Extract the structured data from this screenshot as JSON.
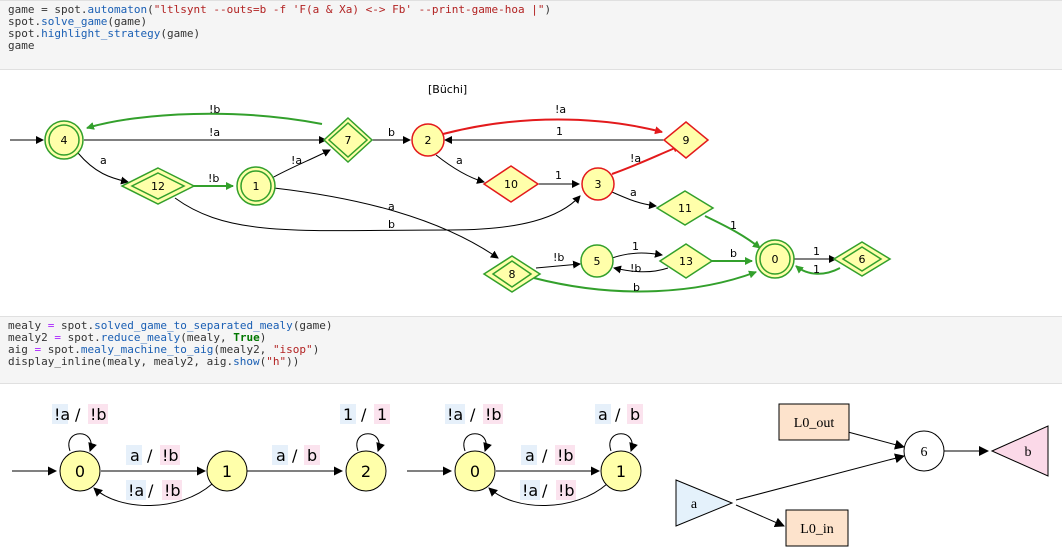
{
  "cell1": {
    "line1": {
      "a": "game = spot.",
      "fn": "automaton",
      "b": "(",
      "str": "\"ltlsynt --outs=b -f 'F(a & Xa) <-> Fb' --print-game-hoa |\"",
      "c": ")"
    },
    "line2": {
      "a": "spot.",
      "fn": "solve_game",
      "b": "(game)"
    },
    "line3": {
      "a": "spot.",
      "fn": "highlight_strategy",
      "b": "(game)"
    },
    "line4": "game"
  },
  "game": {
    "acceptance": "[Büchi]",
    "nodes": [
      "4",
      "7",
      "2",
      "9",
      "12",
      "1",
      "10",
      "3",
      "11",
      "8",
      "5",
      "13",
      "0",
      "6"
    ],
    "edge_labels": {
      "e4_7_top": "!b",
      "e4_7": "!a",
      "e7_2": "b",
      "e2_9": "!a",
      "e9_2": "1",
      "e4_12": "a",
      "e12_1": "!b",
      "e1_7": "!a",
      "e2_10": "a",
      "e10_3": "1",
      "e3_9": "!a",
      "e3_11": "a",
      "e11_0": "1",
      "e1_8": "a",
      "e12_3": "b",
      "e8_5": "!b",
      "e5_13": "1",
      "e13_5": "!b",
      "e13_0": "b",
      "e8_0": "b",
      "e0_6": "1",
      "e6_0": "1"
    }
  },
  "cell2": {
    "line1": {
      "a": "mealy ",
      "op": "=",
      "b": " spot.",
      "fn": "solved_game_to_separated_mealy",
      "c": "(game)"
    },
    "line2": {
      "a": "mealy2 ",
      "op": "=",
      "b": " spot.",
      "fn": "reduce_mealy",
      "c": "(mealy, ",
      "kw": "True",
      "d": ")"
    },
    "line3": {
      "a": "aig ",
      "op": "=",
      "b": " spot.",
      "fn": "mealy_machine_to_aig",
      "c": "(mealy2, ",
      "str": "\"isop\"",
      "d": ")"
    },
    "line4": {
      "a": "display_inline(mealy, mealy2, aig.",
      "fn": "show",
      "b": "(",
      "str": "\"h\"",
      "c": "))"
    }
  },
  "mealy1": {
    "nodes": [
      "0",
      "1",
      "2"
    ],
    "loop0": {
      "in": "!a",
      "out": "!b"
    },
    "e0_1": {
      "in": "a",
      "out": "!b"
    },
    "e1_0": {
      "in": "!a",
      "out": "!b"
    },
    "e1_2": {
      "in": "a",
      "out": "b"
    },
    "loop2": {
      "in": "1",
      "out": "1"
    },
    "slash": "/"
  },
  "mealy2": {
    "nodes": [
      "0",
      "1"
    ],
    "loop0": {
      "in": "!a",
      "out": "!b"
    },
    "e0_1": {
      "in": "a",
      "out": "!b"
    },
    "e1_0": {
      "in": "!a",
      "out": "!b"
    },
    "loop1": {
      "in": "a",
      "out": "b"
    },
    "slash": "/"
  },
  "aig": {
    "l0_out": "L0_out",
    "l0_in": "L0_in",
    "gate": "6",
    "input": "a",
    "output": "b"
  },
  "colors": {
    "node_fill": "#ffffaa",
    "green": "#33a02c",
    "red": "#e31a1c",
    "in_bg": "#e6f0fa",
    "out_bg": "#fbe3ee",
    "latch": "#fde3cc",
    "input_tri": "#e4f1fb",
    "output_tri": "#fbd9e8"
  }
}
